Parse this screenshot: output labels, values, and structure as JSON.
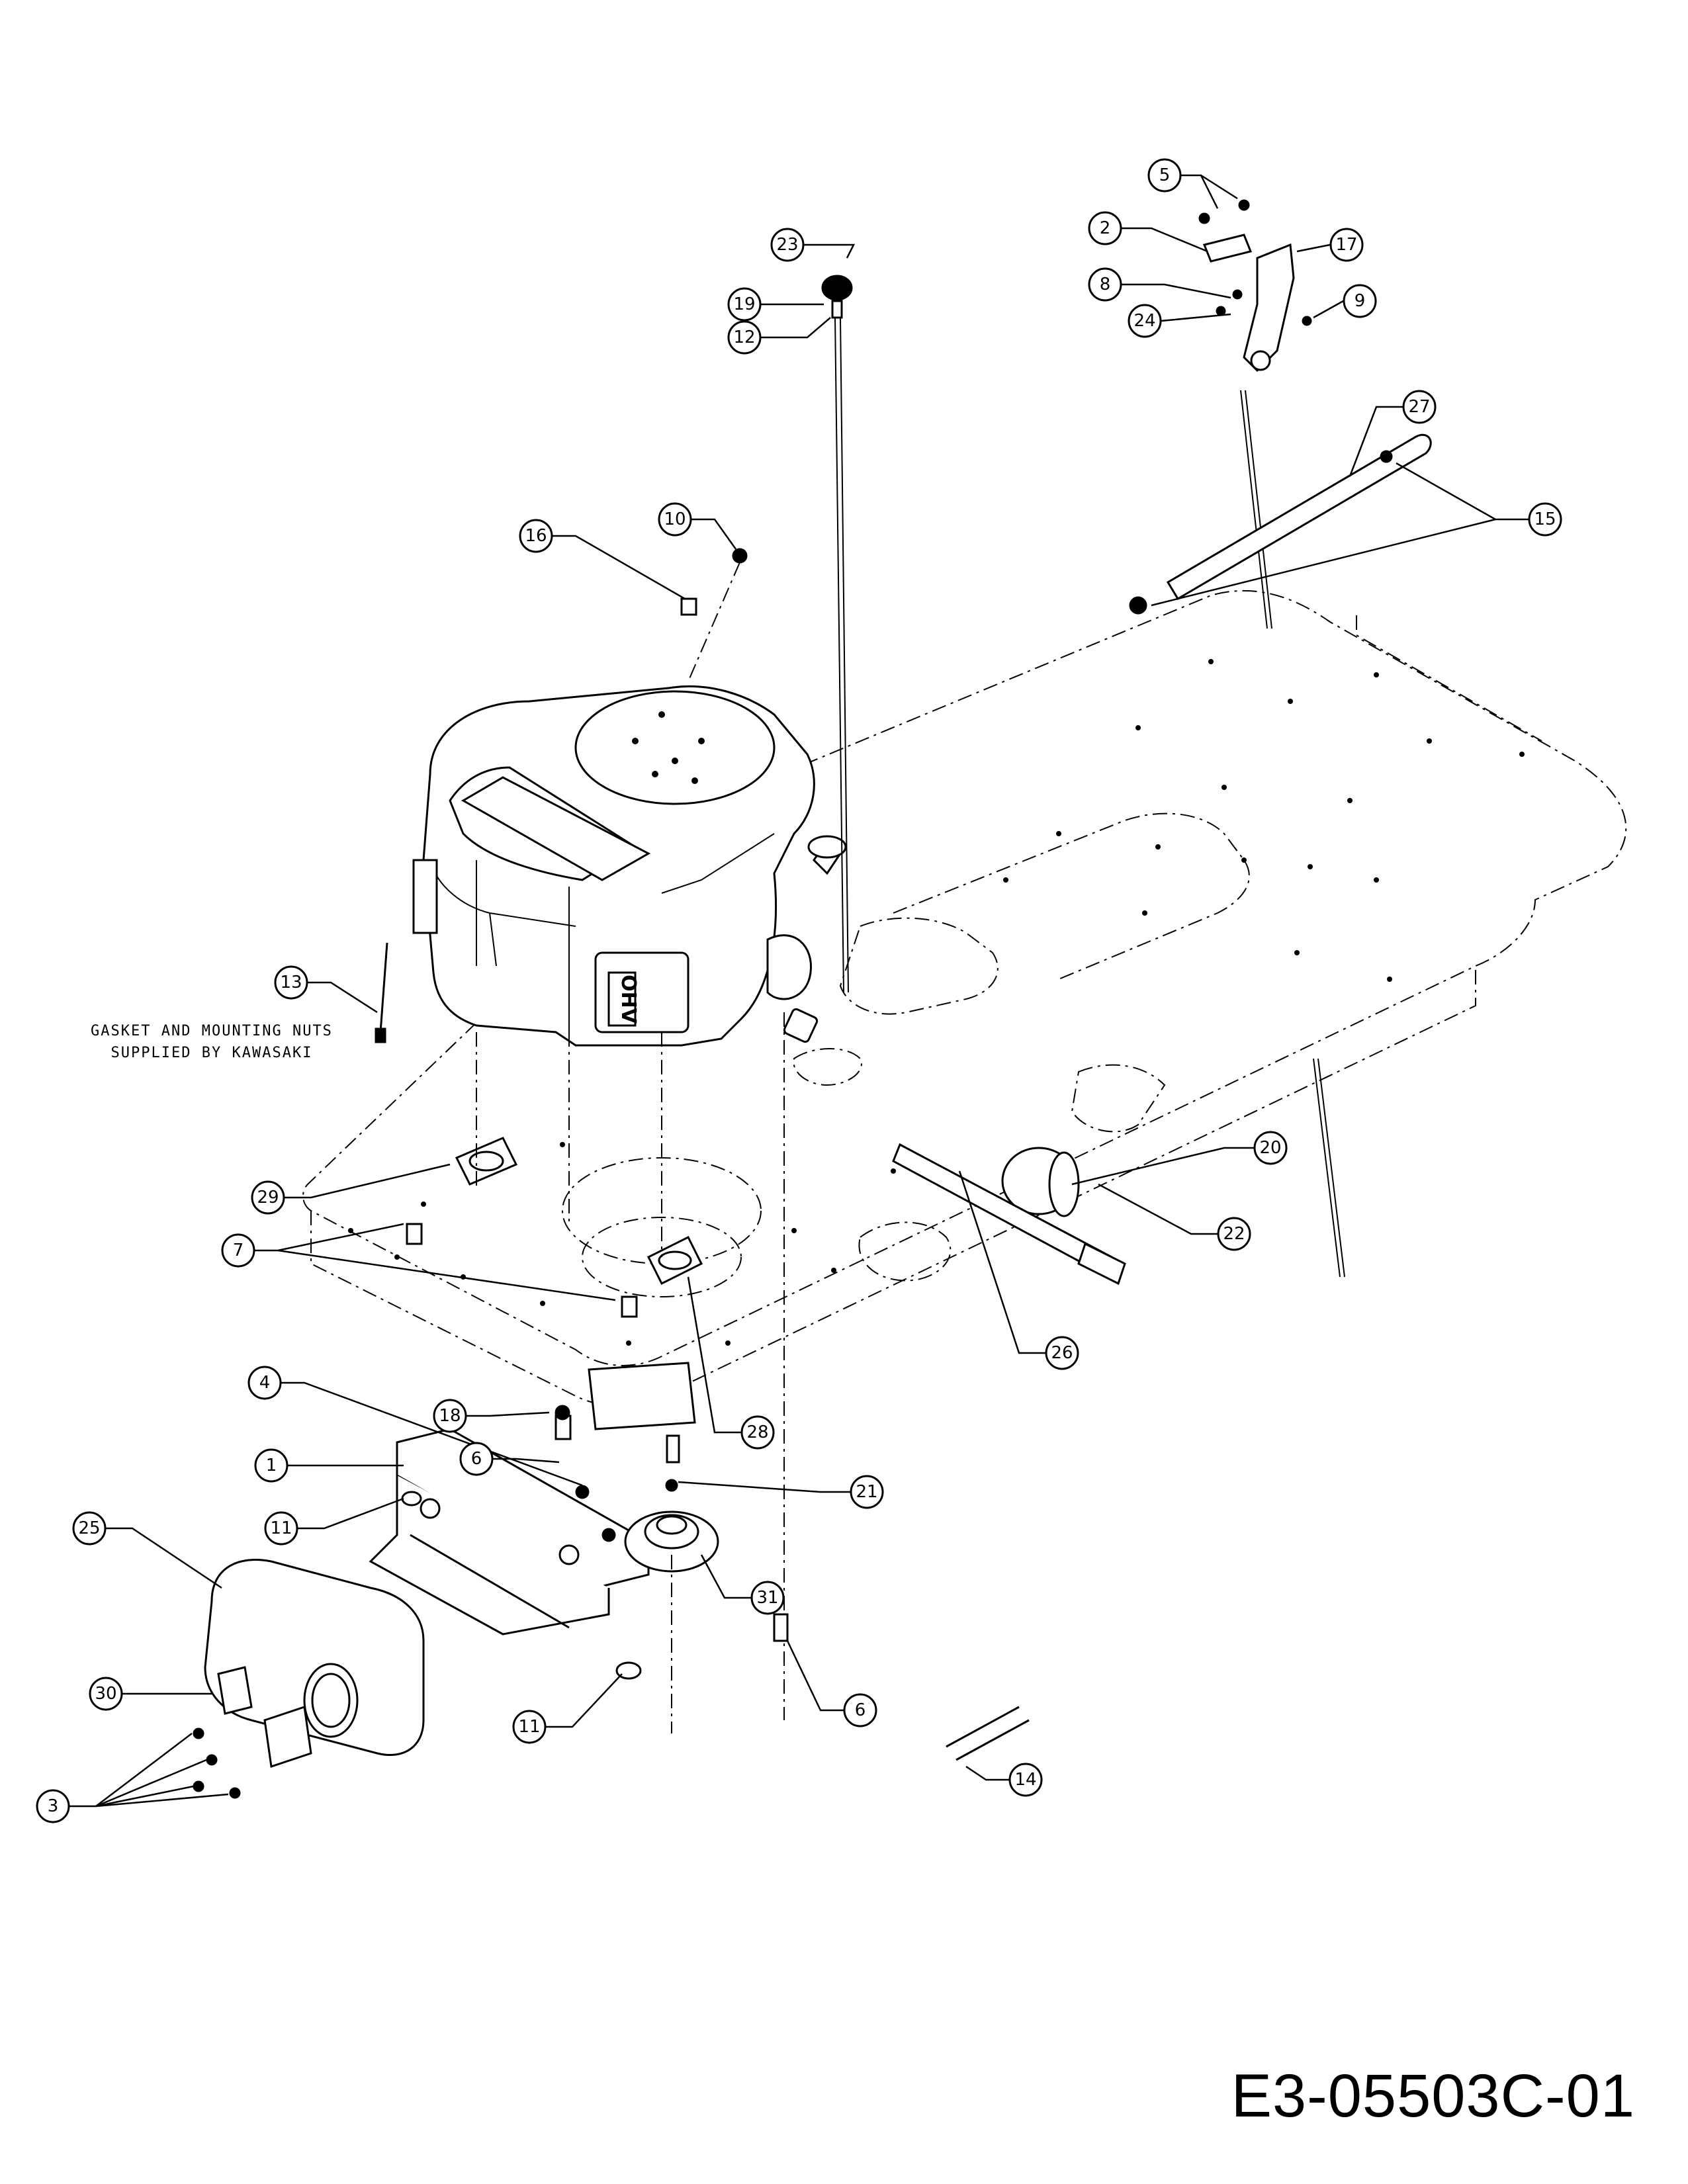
{
  "callouts": [
    {
      "id": "c1",
      "text": "1"
    },
    {
      "id": "c2",
      "text": "2"
    },
    {
      "id": "c3",
      "text": "3"
    },
    {
      "id": "c4",
      "text": "4"
    },
    {
      "id": "c5",
      "text": "5"
    },
    {
      "id": "c6a",
      "text": "6"
    },
    {
      "id": "c6b",
      "text": "6"
    },
    {
      "id": "c7",
      "text": "7"
    },
    {
      "id": "c8",
      "text": "8"
    },
    {
      "id": "c9",
      "text": "9"
    },
    {
      "id": "c10",
      "text": "10"
    },
    {
      "id": "c11a",
      "text": "11"
    },
    {
      "id": "c11b",
      "text": "11"
    },
    {
      "id": "c12",
      "text": "12"
    },
    {
      "id": "c13",
      "text": "13"
    },
    {
      "id": "c14",
      "text": "14"
    },
    {
      "id": "c15",
      "text": "15"
    },
    {
      "id": "c16",
      "text": "16"
    },
    {
      "id": "c17",
      "text": "17"
    },
    {
      "id": "c18",
      "text": "18"
    },
    {
      "id": "c19",
      "text": "19"
    },
    {
      "id": "c20",
      "text": "20"
    },
    {
      "id": "c21",
      "text": "21"
    },
    {
      "id": "c22",
      "text": "22"
    },
    {
      "id": "c23",
      "text": "23"
    },
    {
      "id": "c24",
      "text": "24"
    },
    {
      "id": "c25",
      "text": "25"
    },
    {
      "id": "c26",
      "text": "26"
    },
    {
      "id": "c27",
      "text": "27"
    },
    {
      "id": "c28",
      "text": "28"
    },
    {
      "id": "c29",
      "text": "29"
    },
    {
      "id": "c30",
      "text": "30"
    },
    {
      "id": "c31",
      "text": "31"
    }
  ],
  "note": {
    "line1": "GASKET AND MOUNTING NUTS",
    "line2": "SUPPLIED BY KAWASAKI"
  },
  "engine_badge": "OHV",
  "drawing_number": "E3-05503C-01"
}
